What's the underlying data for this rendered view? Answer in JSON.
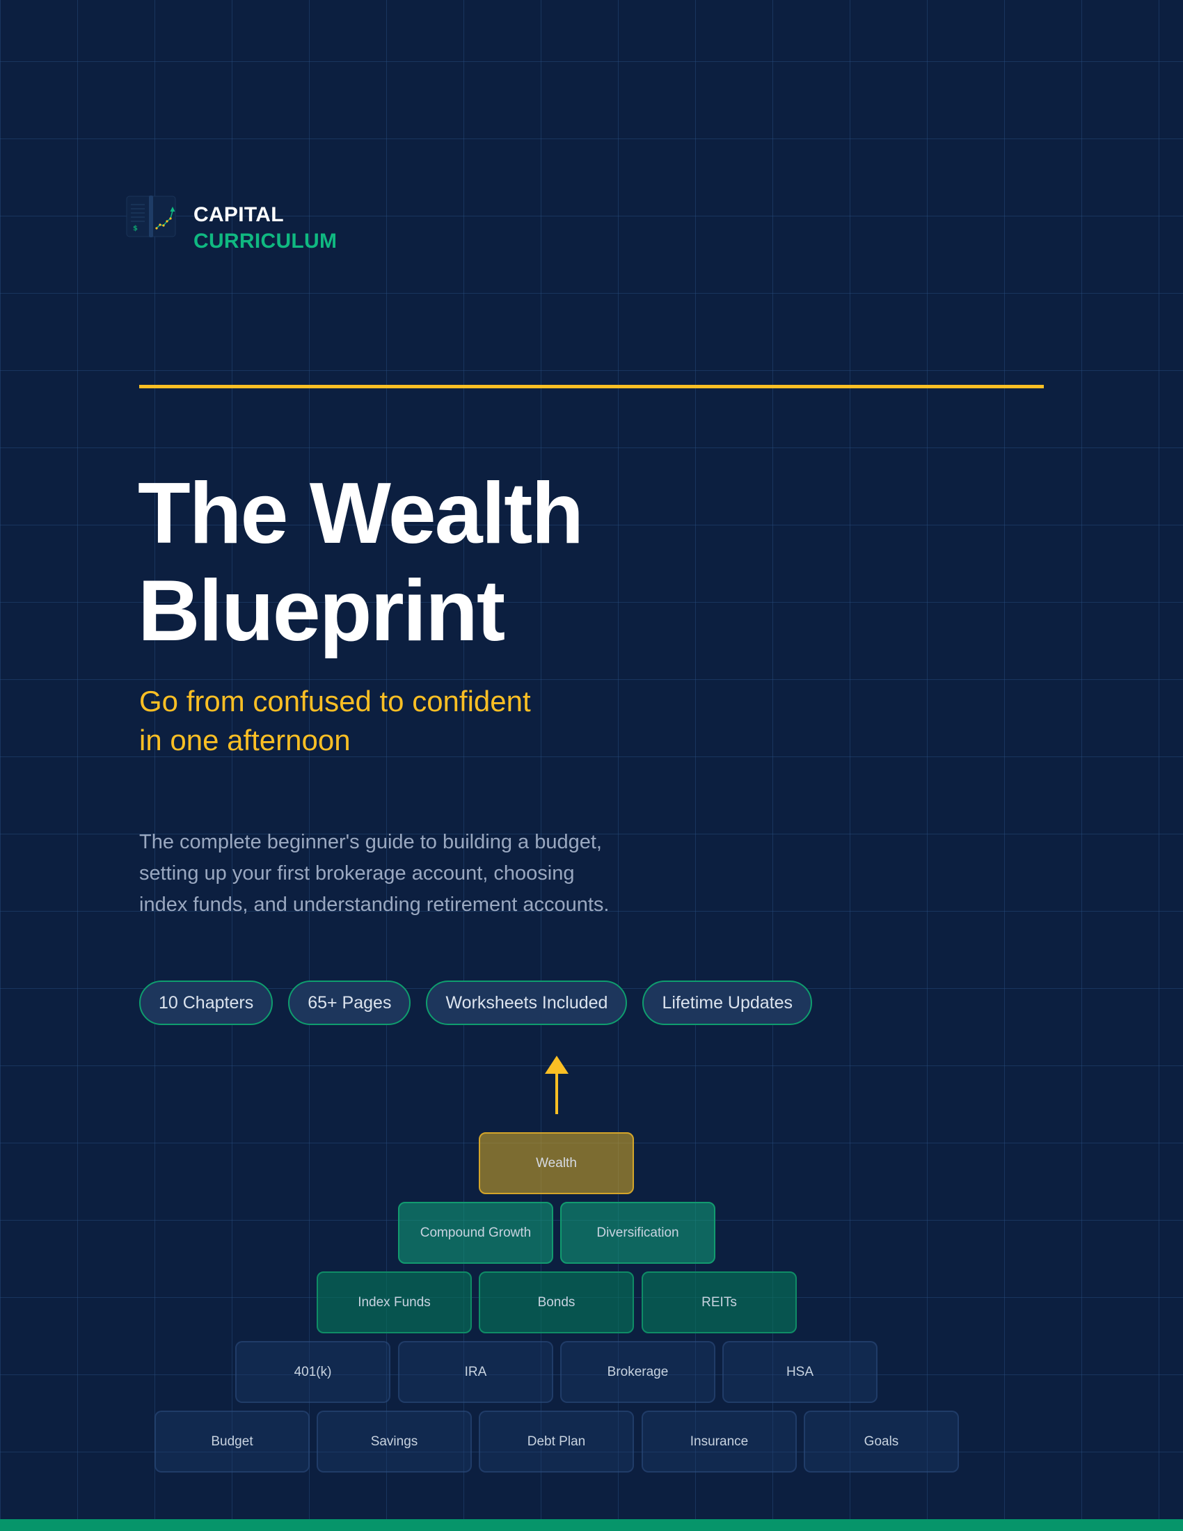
{
  "brand": {
    "line1": "CAPITAL",
    "line2": "CURRICULUM",
    "icon": "book-chart-icon"
  },
  "title": {
    "line1": "The Wealth",
    "line2": "Blueprint"
  },
  "subtitle": {
    "line1": "Go from confused to confident",
    "line2": "in one afternoon"
  },
  "description": {
    "line1": "The complete beginner's guide to building a budget,",
    "line2": "setting up your first brokerage account, choosing",
    "line3": "index funds, and understanding retirement accounts."
  },
  "pills": [
    {
      "label": "10 Chapters"
    },
    {
      "label": "65+ Pages"
    },
    {
      "label": "Worksheets Included"
    },
    {
      "label": "Lifetime Updates"
    }
  ],
  "pyramid": {
    "arrow_icon": "arrow-up-icon",
    "tiers": [
      [
        "Wealth"
      ],
      [
        "Compound Growth",
        "Diversification"
      ],
      [
        "Index Funds",
        "Bonds",
        "REITs"
      ],
      [
        "401(k)",
        "IRA",
        "Brokerage",
        "HSA"
      ],
      [
        "Budget",
        "Savings",
        "Debt Plan",
        "Insurance",
        "Goals"
      ]
    ]
  },
  "colors": {
    "background": "#0c1f40",
    "accent_gold": "#fbbf24",
    "accent_green": "#10b981",
    "bottom_bar": "#06956a"
  }
}
